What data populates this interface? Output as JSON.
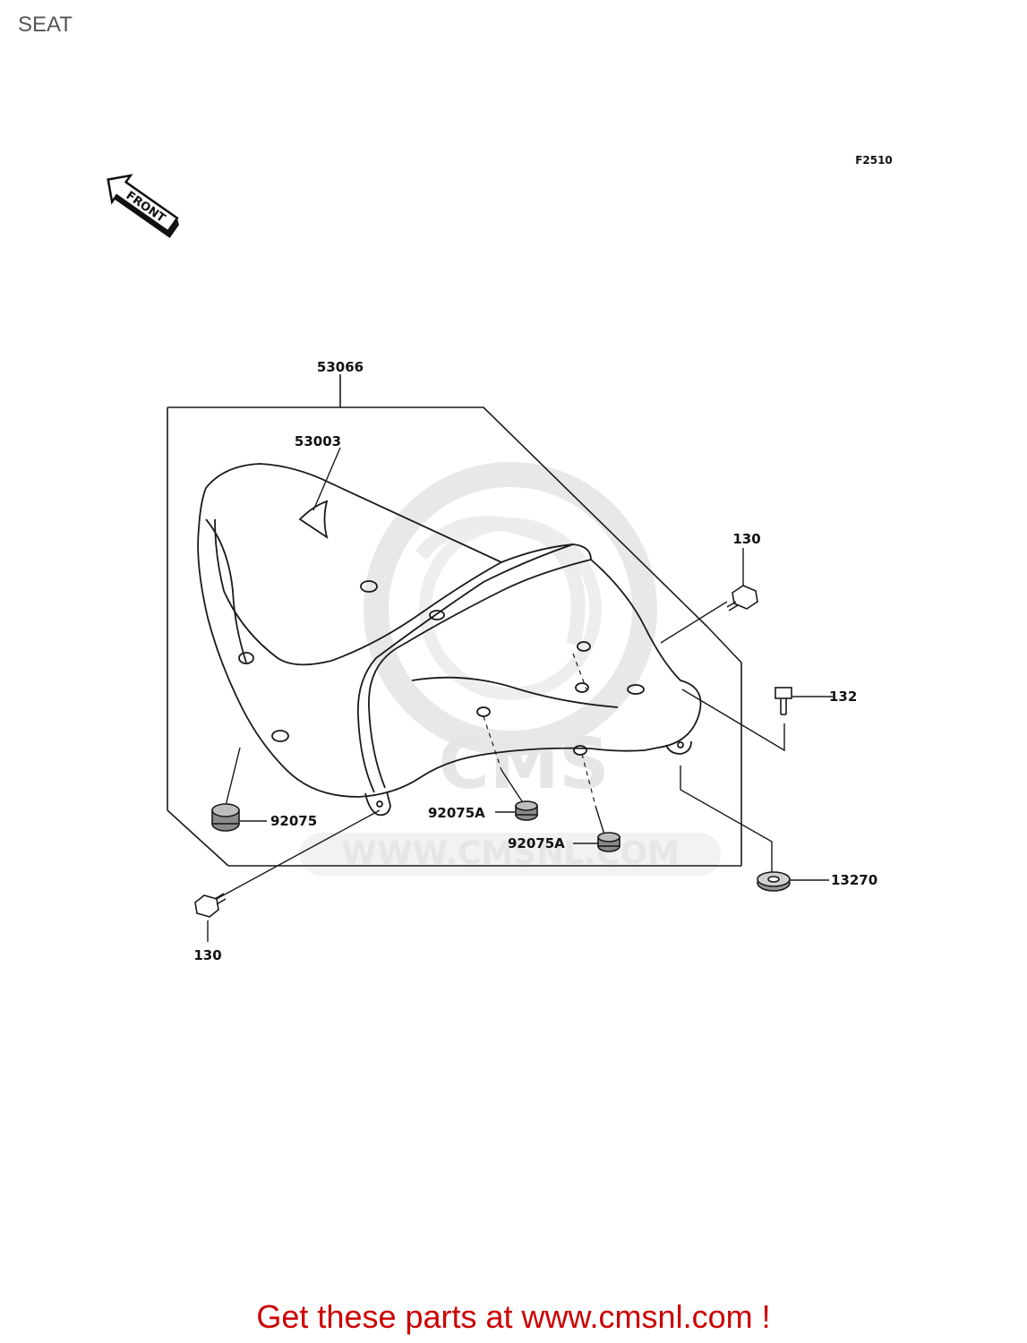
{
  "page": {
    "title": "SEAT",
    "figure_code": "F2510",
    "front_marker": "FRONT",
    "call_to_action": "Get these parts at www.cmsnl.com !"
  },
  "watermark": {
    "brand": "CMS",
    "url": "WWW.CMSNL.COM"
  },
  "parts": {
    "seat_assembly": "53066",
    "seat_cover": "53003",
    "bolt_right": "130",
    "bolt_left": "130",
    "bolt_132": "132",
    "damper_left": "92075",
    "damper_center": "92075A",
    "damper_right": "92075A",
    "collar": "13270"
  },
  "colors": {
    "line": "#1a1a1a",
    "watermark": "#e6e6e6",
    "call_to_action": "#cc0000"
  }
}
